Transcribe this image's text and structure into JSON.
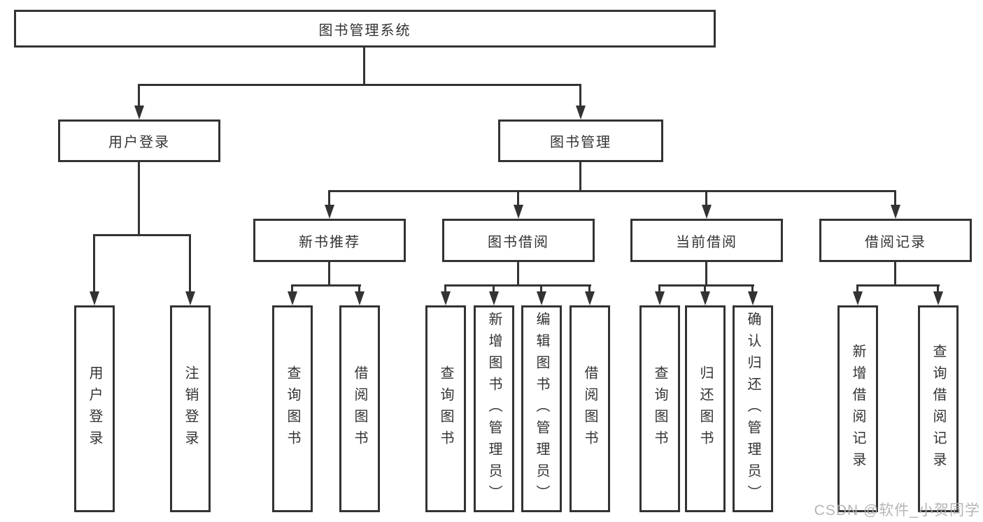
{
  "tree": {
    "root": {
      "label": "图书管理系统",
      "children": [
        {
          "label": "用户登录",
          "children": [
            {
              "label": "用户登录"
            },
            {
              "label": "注销登录"
            }
          ]
        },
        {
          "label": "图书管理",
          "children": [
            {
              "label": "新书推荐",
              "children": [
                {
                  "label": "查询图书"
                },
                {
                  "label": "借阅图书"
                }
              ]
            },
            {
              "label": "图书借阅",
              "children": [
                {
                  "label": "查询图书"
                },
                {
                  "label": "新增图书（管理员）"
                },
                {
                  "label": "编辑图书（管理员）"
                },
                {
                  "label": "借阅图书"
                }
              ]
            },
            {
              "label": "当前借阅",
              "children": [
                {
                  "label": "查询图书"
                },
                {
                  "label": "归还图书"
                },
                {
                  "label": "确认归还（管理员）"
                }
              ]
            },
            {
              "label": "借阅记录",
              "children": [
                {
                  "label": "新增借阅记录"
                },
                {
                  "label": "查询借阅记录"
                }
              ]
            }
          ]
        }
      ]
    }
  },
  "colors": {
    "line": "#333333",
    "text": "#333333",
    "background": "#ffffff",
    "watermark": "#aeaeae"
  },
  "watermark": {
    "text": "CSDN @软件_小贺同学"
  }
}
